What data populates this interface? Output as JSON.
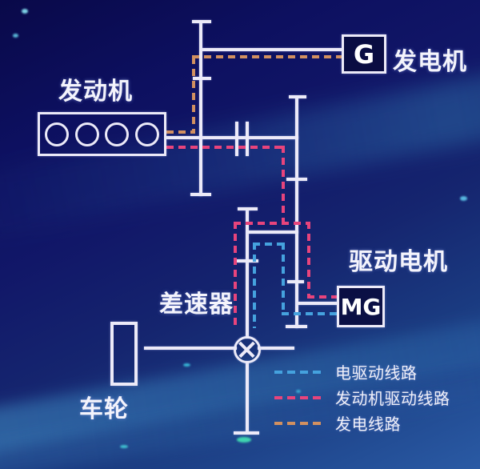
{
  "diagram": {
    "engine": {
      "label": "发动机"
    },
    "generator": {
      "label": "发电机",
      "symbol": "G"
    },
    "drive_motor": {
      "label": "驱动电机",
      "symbol": "MG"
    },
    "differential": {
      "label": "差速器"
    },
    "wheel": {
      "label": "车轮"
    }
  },
  "legend": [
    {
      "label": "电驱动线路",
      "color": "#45a2de"
    },
    {
      "label": "发动机驱动线路",
      "color": "#e8447c"
    },
    {
      "label": "发电线路",
      "color": "#d29060"
    }
  ],
  "colors": {
    "electric_line": "#45a2de",
    "engine_drive_line": "#e8447c",
    "generation_line": "#d29060",
    "diagram_line": "#eceaf8",
    "background_top": "#090949",
    "background_bottom": "#2a5aa4"
  }
}
